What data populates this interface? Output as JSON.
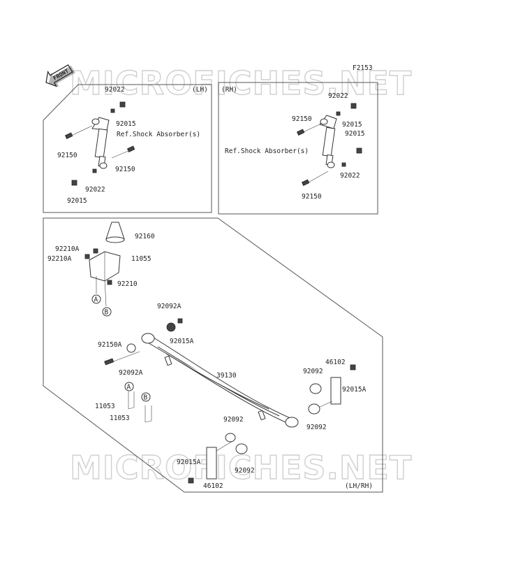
{
  "figure_code": "F2153",
  "front_arrow_text": "FRONT",
  "watermark": "MICROFICHES.NET",
  "panels": {
    "lh_tag": "(LH)",
    "rh_tag": "(RH)",
    "bottom_tag": "(LH/RH)"
  },
  "labels": {
    "lh_92022_top": "92022",
    "lh_92015_top": "92015",
    "lh_ref": "Ref.Shock Absorber(s)",
    "lh_92150_left": "92150",
    "lh_92150_right": "92150",
    "lh_92022_bottom": "92022",
    "lh_92015_bottom": "92015",
    "rh_92022_top": "92022",
    "rh_92150_top": "92150",
    "rh_92015_a": "92015",
    "rh_92015_b": "92015",
    "rh_ref": "Ref.Shock Absorber(s)",
    "rh_92022_bottom": "92022",
    "rh_92150_bottom": "92150",
    "b_92160": "92160",
    "b_92210A_1": "92210A",
    "b_92210A_2": "92210A",
    "b_11055": "11055",
    "b_92210": "92210",
    "b_92092A_top": "92092A",
    "b_92015A_top": "92015A",
    "b_92150A": "92150A",
    "b_92092A_left": "92092A",
    "b_39130": "39130",
    "b_46102_right": "46102",
    "b_92092_r1": "92092",
    "b_92015A_right": "92015A",
    "b_92092_r2": "92092",
    "b_11053_1": "11053",
    "b_11053_2": "11053",
    "b_92092_mid": "92092",
    "b_92092_bot": "92092",
    "b_92015A_bot": "92015A",
    "b_46102_bot": "46102"
  },
  "callouts": {
    "a1": "A",
    "b1": "B",
    "a2": "A",
    "b2": "B"
  }
}
